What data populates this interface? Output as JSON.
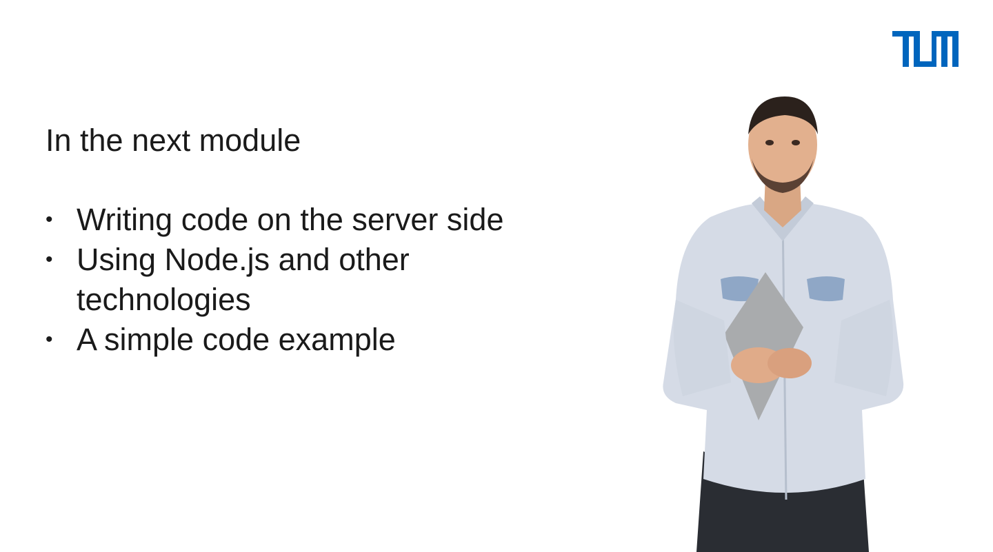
{
  "slide": {
    "logo_text": "TUM",
    "heading": "In the next module",
    "bullets": [
      "Writing code on the server side",
      "Using Node.js and other technologies",
      "A simple code example"
    ]
  },
  "colors": {
    "brand": "#0065bd",
    "background": "#ffffff",
    "text": "#1a1a1a"
  }
}
